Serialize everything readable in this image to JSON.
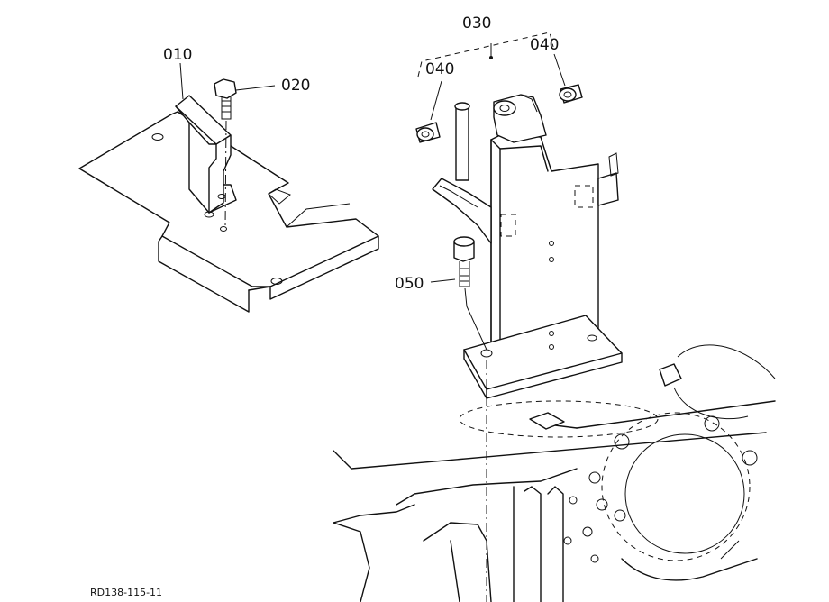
{
  "callouts": {
    "c010": "010",
    "c020": "020",
    "c030": "030",
    "c040_left": "040",
    "c040_right": "040",
    "c050": "050"
  },
  "drawing_ref": "RD138-115-11"
}
